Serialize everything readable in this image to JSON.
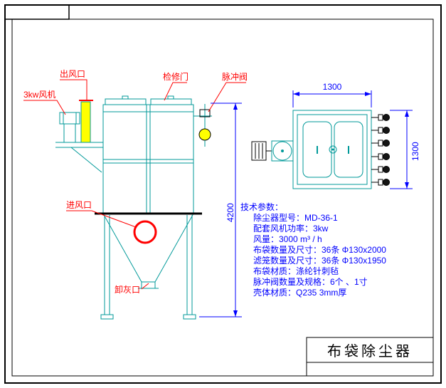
{
  "colors": {
    "drawing_line": "#009999",
    "label_red": "#FF0000",
    "dimension_blue": "#0000FF",
    "highlight_yellow": "#FFFF00",
    "frame_black": "#000000"
  },
  "labels": {
    "air_outlet": "出风口",
    "fan": "3kw风机",
    "access_door": "检修门",
    "pulse_valve": "脉冲阀",
    "air_inlet": "进风口",
    "ash_outlet": "卸灰口"
  },
  "dimensions": {
    "height": "4200",
    "top_width": "1300",
    "side_depth": "1300"
  },
  "tech_params": {
    "heading": "技术参数：",
    "lines": [
      "除尘器型号：MD-36-1",
      "配套风机功率：3kw",
      "风量：3000 m³ / h",
      "布袋数量及尺寸：36条 Φ130x2000",
      "滤笼数量及尺寸：36条 Φ130x1950",
      "布袋材质：涤纶针刺毡",
      "脉冲阀数量及规格：6个 、1寸",
      "壳体材质：Q235 3mm厚"
    ]
  },
  "title_block": {
    "title": "布袋除尘器"
  }
}
